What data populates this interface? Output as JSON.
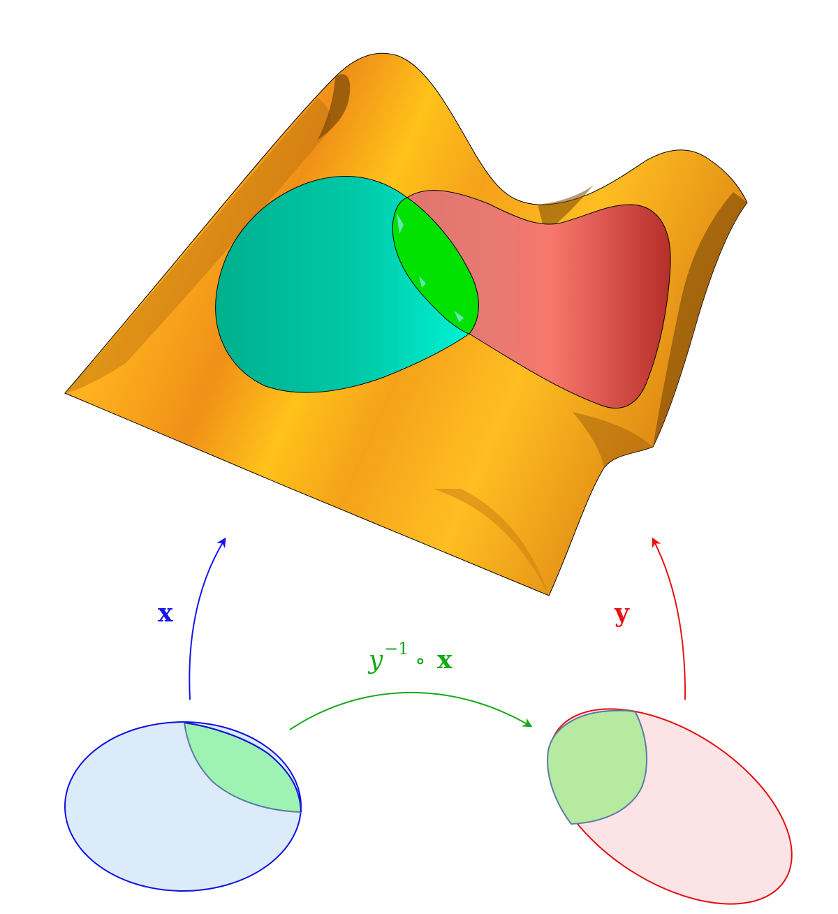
{
  "labels": {
    "map_x": "x",
    "map_y": "y",
    "transition_y": "y",
    "transition_exp": "−1",
    "transition_op": "∘",
    "transition_x": "x"
  },
  "colors": {
    "surface_light": "#FFC21A",
    "surface_mid": "#F29A1D",
    "surface_dark": "#7A4806",
    "patch_x": "#00C9A8",
    "patch_x_light": "#00F5D8",
    "patch_y": "#F0706A",
    "patch_y_dark": "#B72E2A",
    "overlap": "#00E100",
    "chart_x_fill": "#DCEBFA",
    "chart_x_stroke": "#1010E0",
    "chart_y_fill": "#FCE4E6",
    "chart_y_stroke": "#E01010",
    "chart_overlap_x": "#9EF2B2",
    "chart_overlap_y": "#B5EAA0",
    "overlap_stroke": "#5A7AA8",
    "arrow_x": "#1515F0",
    "arrow_y": "#E81212",
    "arrow_transition": "#18A818"
  }
}
